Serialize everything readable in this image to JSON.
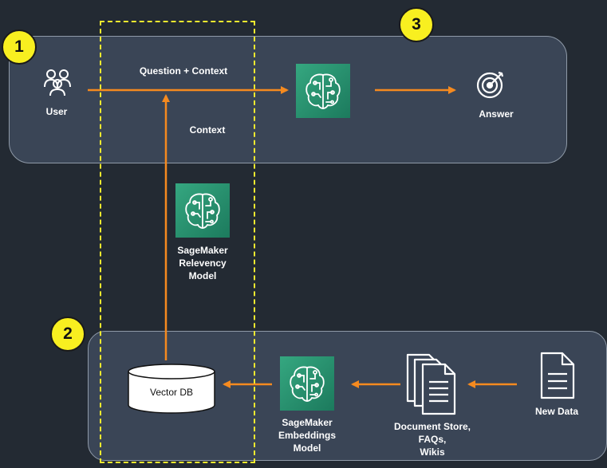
{
  "badges": {
    "one": "1",
    "two": "2",
    "three": "3"
  },
  "labels": {
    "user": "User",
    "question_context": "Question + Context",
    "context": "Context",
    "answer": "Answer",
    "relevancy_model": "SageMaker\nRelevency\nModel",
    "vector_db": "Vector DB",
    "embeddings_model": "SageMaker\nEmbeddings\nModel",
    "document_store": "Document Store,\nFAQs,\nWikis",
    "new_data": "New Data"
  },
  "colors": {
    "arrow": "#f58a1f",
    "badge": "#f8ef20",
    "dashed_box": "#f2ea2f",
    "panel": "#3a4556",
    "tile": "#2a9470",
    "background": "#232a33"
  },
  "icons": {
    "user": "users-icon",
    "llm": "brain-circuit-icon",
    "answer": "target-icon",
    "relevancy": "brain-circuit-icon",
    "embeddings": "brain-circuit-icon",
    "vector_db": "database-cylinder-icon",
    "document_store": "documents-stack-icon",
    "new_data": "document-icon"
  }
}
